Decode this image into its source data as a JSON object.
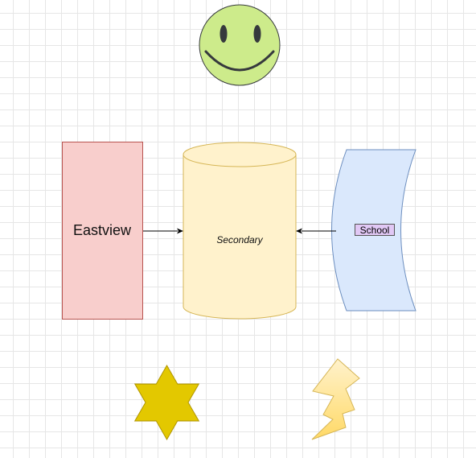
{
  "diagram": {
    "nodes": {
      "eastview": {
        "label": "Eastview",
        "shape": "rectangle",
        "fill": "#f8cecc",
        "stroke": "#b85450"
      },
      "secondary": {
        "label": "Secondary",
        "shape": "cylinder",
        "fill": "#fff2cc",
        "stroke": "#d6b656"
      },
      "school": {
        "label": "School",
        "shape": "curved-tape",
        "fill": "#dae8fc",
        "stroke": "#6c8ebf",
        "label_background": "#e1c8f5"
      },
      "smiley": {
        "shape": "smiley-face",
        "fill": "#cdeb8b",
        "stroke": "#36393d"
      },
      "star": {
        "shape": "six-point-star",
        "fill": "#e3c800",
        "stroke": "#b09500"
      },
      "lightning": {
        "shape": "lightning-bolt",
        "fill_top": "#fff2cc",
        "fill_bottom": "#ffd966",
        "stroke": "#d6b656"
      }
    },
    "edges": [
      {
        "from": "eastview",
        "to": "secondary"
      },
      {
        "from": "school",
        "to": "secondary"
      }
    ],
    "grid_color": "#e6e6e6",
    "edge_color": "#000000"
  }
}
